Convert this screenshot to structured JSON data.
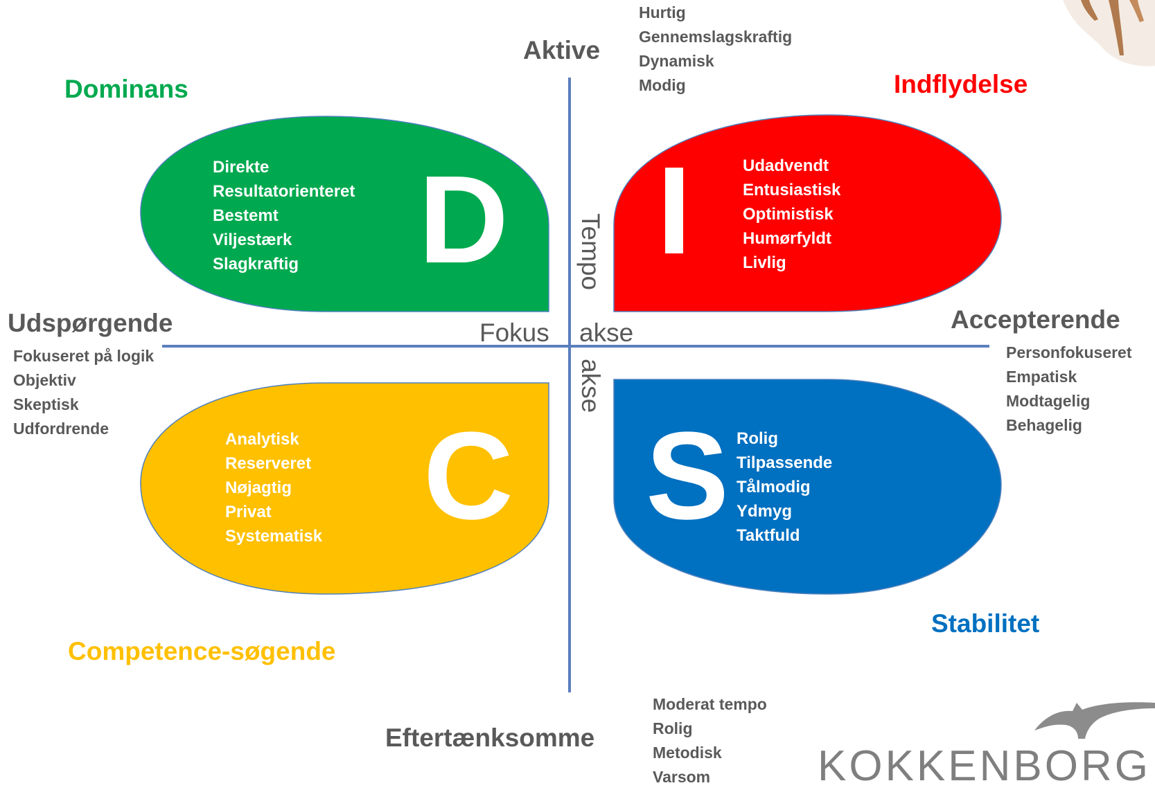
{
  "axes": {
    "top": "Aktive",
    "bottom": "Eftertænksomme",
    "left": "Udspørgende",
    "right": "Accepterende",
    "tempo_word": "Tempo",
    "axis_word": "akse",
    "focus_word": "Fokus"
  },
  "axis_traits": {
    "top": [
      "Hurtig",
      "Gennemslagskraftig",
      "Dynamisk",
      "Modig"
    ],
    "bottom": [
      "Moderat tempo",
      "Rolig",
      "Metodisk",
      "Varsom"
    ],
    "left": [
      "Fokuseret på logik",
      "Objektiv",
      "Skeptisk",
      "Udfordrende"
    ],
    "right": [
      "Personfokuseret",
      "Empatisk",
      "Modtagelig",
      "Behagelig"
    ]
  },
  "quadrants": {
    "d": {
      "title": "Dominans",
      "letter": "D",
      "color": "#00a94f",
      "traits": [
        "Direkte",
        "Resultatorienteret",
        "Bestemt",
        "Viljestærk",
        "Slagkraftig"
      ]
    },
    "i": {
      "title": "Indflydelse",
      "letter": "I",
      "color": "#ff0000",
      "traits": [
        "Udadvendt",
        "Entusiastisk",
        "Optimistisk",
        "Humørfyldt",
        "Livlig"
      ]
    },
    "c": {
      "title": "Competence-søgende",
      "letter": "C",
      "color": "#ffc000",
      "traits": [
        "Analytisk",
        "Reserveret",
        "Nøjagtig",
        "Privat",
        "Systematisk"
      ]
    },
    "s": {
      "title": "Stabilitet",
      "letter": "S",
      "color": "#0070c0",
      "traits": [
        "Rolig",
        "Tilpassende",
        "Tålmodig",
        "Ydmyg",
        "Taktfuld"
      ]
    }
  },
  "brand": {
    "name": "KOKKENBORG",
    "logo_icon": "animal-silhouette-icon"
  },
  "colors": {
    "axis_line": "#5b7fbd",
    "grey_text": "#595959",
    "brand_grey": "#7f7f7f"
  }
}
